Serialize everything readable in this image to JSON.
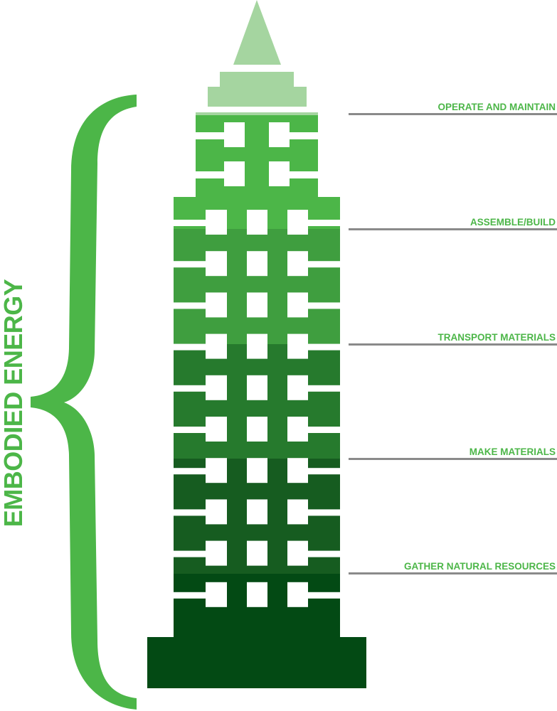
{
  "title": "EMBODIED ENERGY",
  "stages": [
    {
      "label": "OPERATE AND MAINTAIN",
      "color": "#4cb648"
    },
    {
      "label": "ASSEMBLE/BUILD",
      "color": "#3f9e3f"
    },
    {
      "label": "TRANSPORT MATERIALS",
      "color": "#267a2d"
    },
    {
      "label": "MAKE MATERIALS",
      "color": "#165c20"
    },
    {
      "label": "GATHER NATURAL RESOURCES",
      "color": "#034a14"
    }
  ],
  "colors": {
    "accent": "#4cb648",
    "spire": "#a5d5a0",
    "leader_line": "#8a8a8a"
  }
}
